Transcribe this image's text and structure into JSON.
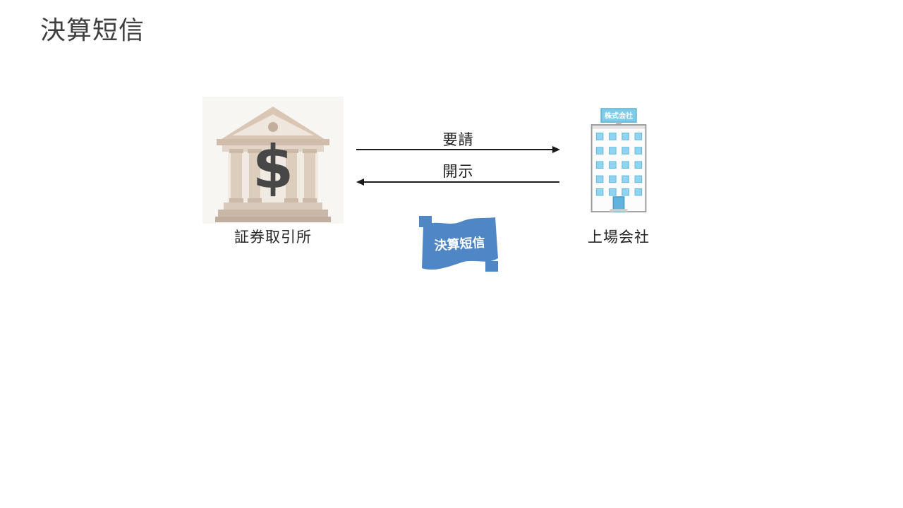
{
  "title": "決算短信",
  "diagram": {
    "exchange": {
      "label": "証券取引所",
      "symbol": "$"
    },
    "company": {
      "label": "上場会社",
      "sign": "株式会社"
    },
    "request_arrow": {
      "label": "要請",
      "direction": "left-to-right"
    },
    "disclosure_arrow": {
      "label": "開示",
      "direction": "right-to-left"
    },
    "report_doc": {
      "label": "決算短信"
    }
  },
  "colors": {
    "title": "#3f3f3f",
    "report_blue": "#4f86c5",
    "window_blue": "#8fd4f0",
    "bank_beige": "#d9c6b5",
    "arrow": "#1a1a1a"
  }
}
